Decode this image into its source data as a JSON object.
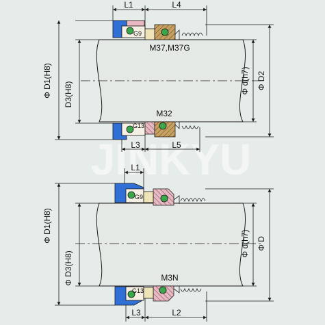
{
  "upper": {
    "label_L1": "L1",
    "label_L4": "L4",
    "label_D1": "Φ D1(H8)",
    "label_D3": "D3(H8)",
    "label_d": "Φ d(h7)",
    "label_D2": "Φ D2",
    "label_G9": "G9",
    "label_model": "M37,M37G",
    "label_model_lower": "M32",
    "label_G13": "G13",
    "label_L3": "L3",
    "label_L5": "L5"
  },
  "lower": {
    "label_L1": "L1",
    "label_D1": "Φ D1(H8)",
    "label_D3": "Φ D3(H8)",
    "label_d": "Φ d(h7)",
    "label_D": "Φ D",
    "label_G9": "G9",
    "label_model": "M3N",
    "label_G13": "G13",
    "label_L3": "L3",
    "label_L2": "L2"
  },
  "watermark": "JINKYU",
  "colors": {
    "background": "#e6ece9",
    "seat_blue": "#2f6fd6",
    "face_pink": "#e9b8c2",
    "oring_green": "#3aa84a",
    "collar_brown": "#c8a060",
    "insert_tan": "#efe3b8"
  }
}
